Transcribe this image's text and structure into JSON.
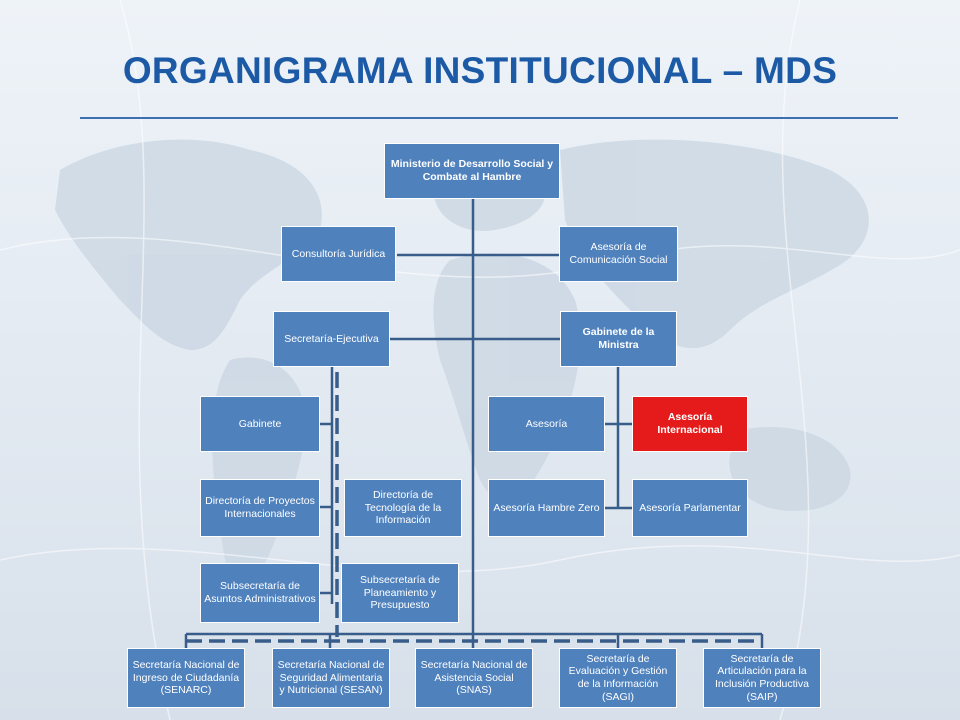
{
  "title": "ORGANIGRAMA INSTITUCIONAL – MDS",
  "colors": {
    "title": "#1c5aa6",
    "box": "#4f81bd",
    "highlight": "#e51b1b",
    "connector": "#385d8a"
  },
  "nodes": {
    "ministerio": "Ministerio de Desarrollo Social y Combate al Hambre",
    "consultoria": "Consultoría Jurídica",
    "asesoria_comunicacion": "Asesoría de Comunicación Social",
    "secretaria_ejecutiva": "Secretaría-Ejecutiva",
    "gabinete_ministra": "Gabinete de la Ministra",
    "gabinete": "Gabinete",
    "asesoria": "Asesoría",
    "asesoria_internacional": "Asesoría Internacional",
    "dir_proyectos": "Directoría de Proyectos Internacionales",
    "dir_tecnologia": "Directoría de Tecnología de la Información",
    "asesoria_hambre": "Asesoría Hambre Zero",
    "asesoria_parlamentar": "Asesoría Parlamentar",
    "subsec_administrativos": "Subsecretaría de Asuntos Administrativos",
    "subsec_planeamiento": "Subsecretaría de Planeamiento y Presupuesto",
    "senarc": "Secretaría Nacional de Ingreso de Ciudadanía (SENARC)",
    "sesan": "Secretaría Nacional de Seguridad Alimentaria y Nutricional (SESAN)",
    "snas": "Secretaría Nacional de Asistencia Social (SNAS)",
    "sagi": "Secretaría de Evaluación y Gestión de la Información (SAGI)",
    "saip": "Secretaría de Articulación para la Inclusión Productiva (SAIP)"
  }
}
